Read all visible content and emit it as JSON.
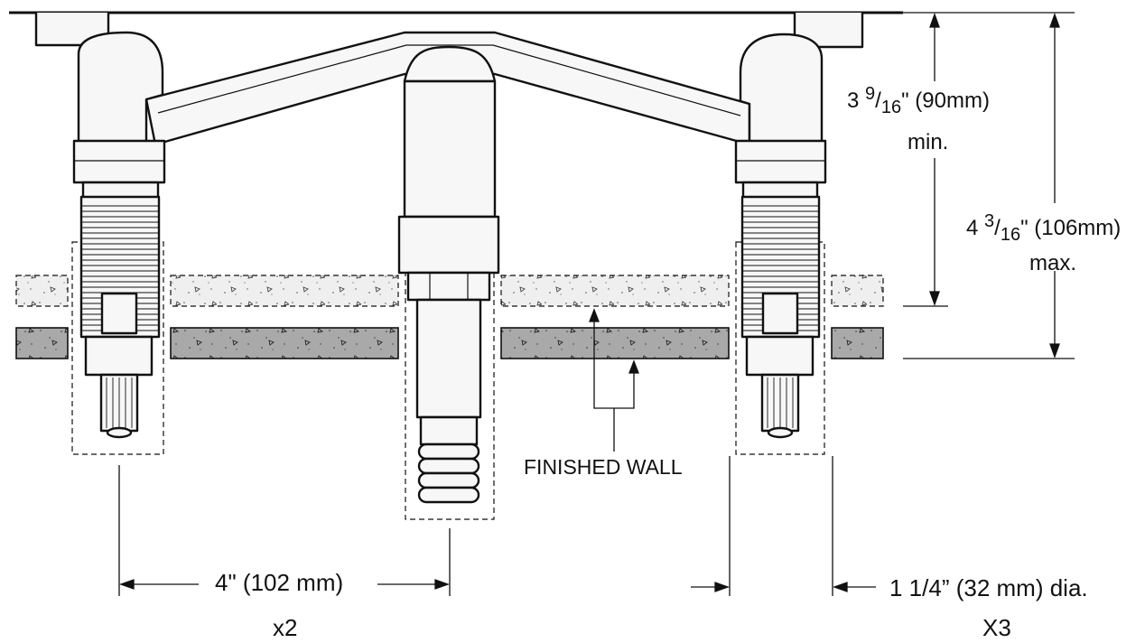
{
  "labels": {
    "dim_min": {
      "whole": "3",
      "numerator": "9",
      "denominator": "16",
      "rest": "\" (90mm)",
      "qualifier": "min."
    },
    "dim_max": {
      "whole": "4",
      "numerator": "3",
      "denominator": "16",
      "rest": "\" (106mm)",
      "qualifier": "max."
    },
    "finished_wall": "FINISHED WALL",
    "spacing": {
      "value": "4\" (102 mm)",
      "count": "x2"
    },
    "hole": {
      "value": "1 1/4” (32 mm) dia.",
      "count": "X3"
    }
  },
  "colors": {
    "ink": "#111111",
    "faucet_fill": "#f7f7f7",
    "finished_surface": "#efefef",
    "wall_substrate": "#a9a9a9"
  }
}
